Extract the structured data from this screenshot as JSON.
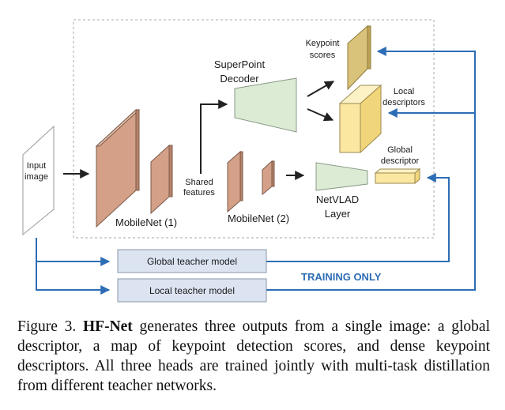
{
  "diagram": {
    "input_label": [
      "Input",
      "image"
    ],
    "mobilenet1": "MobileNet (1)",
    "mobilenet2": "MobileNet (2)",
    "shared_features": [
      "Shared",
      "features"
    ],
    "superpoint_decoder": [
      "SuperPoint",
      "Decoder"
    ],
    "netvlad_layer": [
      "NetVLAD",
      "Layer"
    ],
    "keypoint_scores": [
      "Keypoint",
      "scores"
    ],
    "local_descriptors": [
      "Local",
      "descriptors"
    ],
    "global_descriptor": [
      "Global",
      "descriptor"
    ],
    "global_teacher": "Global teacher model",
    "local_teacher": "Local teacher model",
    "training_only": "TRAINING ONLY",
    "colors": {
      "backbone": "#d4a088",
      "decoder": "#dcebd4",
      "keypoint": "#d9c27a",
      "descriptor": "#fbe7a0",
      "teacher": "#dce4f2",
      "training_arrow": "#2d6db5"
    }
  },
  "caption": {
    "label": "Figure 3.",
    "title": "HF-Net",
    "text": "generates three outputs from a single image: a global descriptor, a map of keypoint detection scores, and dense keypoint descriptors. All three heads are trained jointly with multi-task distillation from different teacher networks."
  }
}
